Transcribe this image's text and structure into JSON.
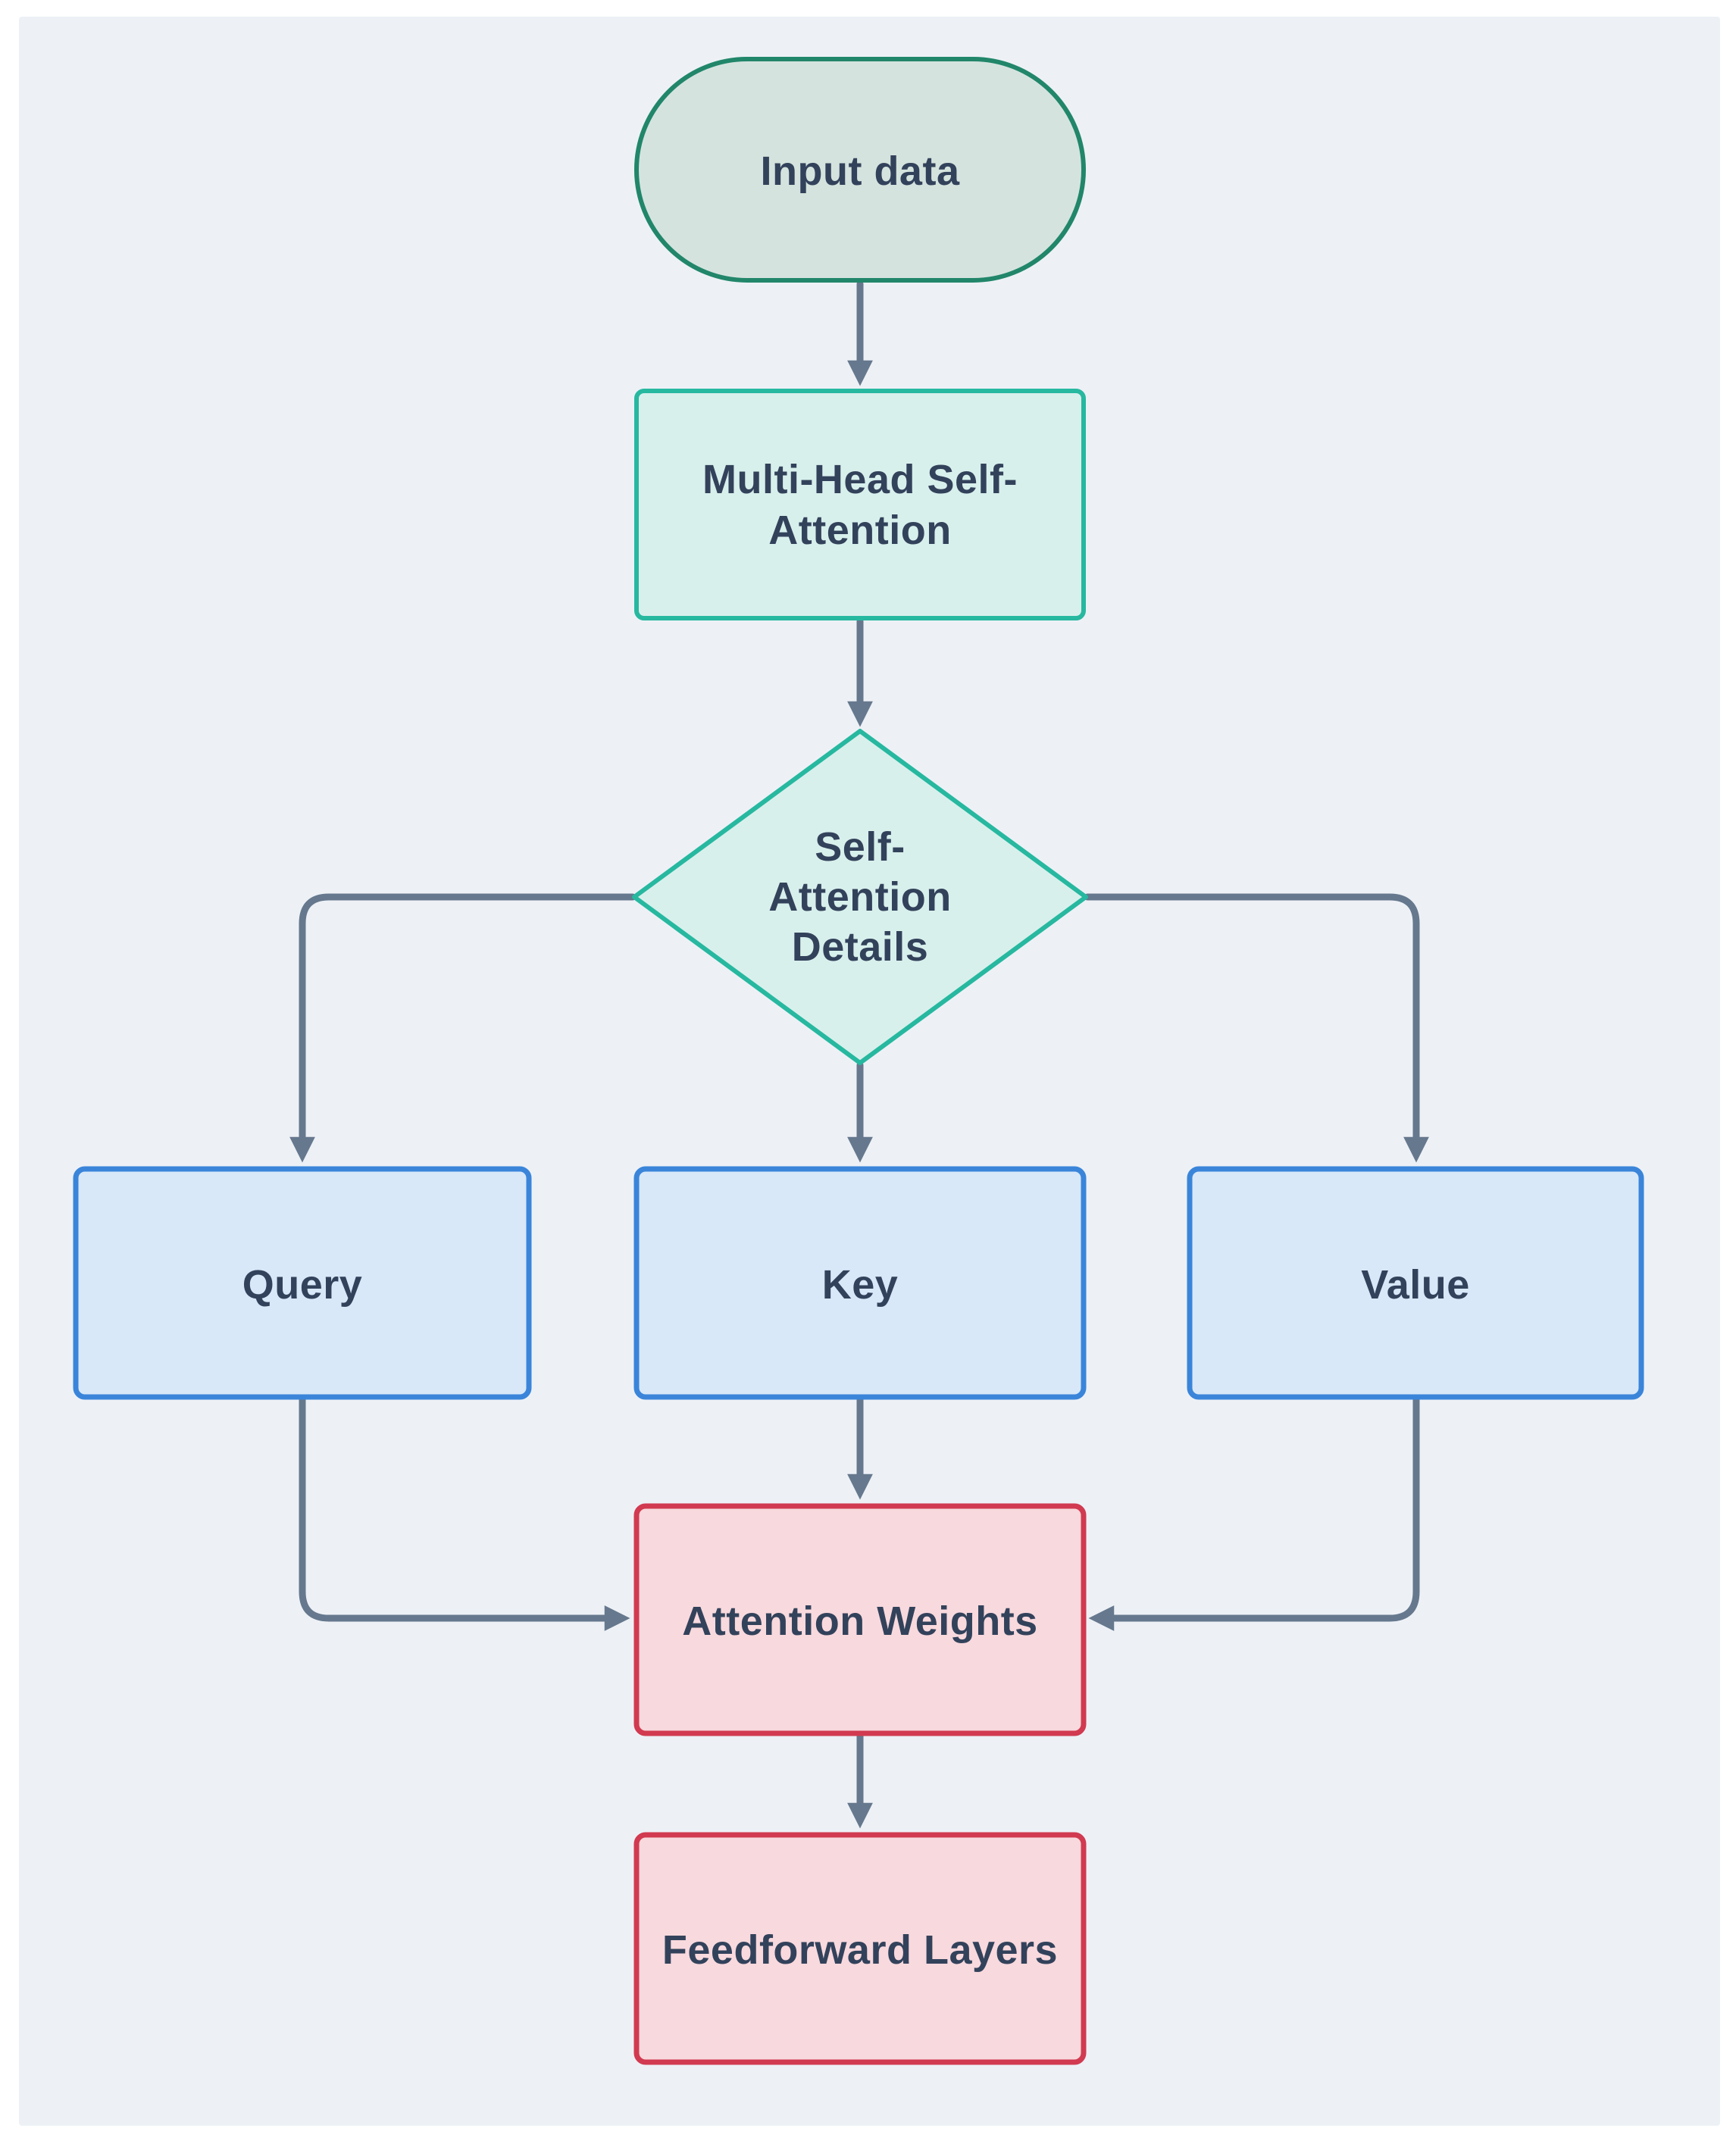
{
  "diagram": {
    "type": "flowchart",
    "direction": "top-down",
    "colors": {
      "page_background": "#ffffff",
      "panel_background": "#edf1f6",
      "stadium_fill": "#d5e3de",
      "stadium_stroke": "#21866a",
      "teal_fill": "#d8f0ec",
      "teal_stroke": "#27b8a0",
      "blue_fill": "#d8e8f8",
      "blue_stroke": "#3a85da",
      "pink_fill": "#f8d9dd",
      "pink_stroke": "#d13a50",
      "text_color": "#33425b",
      "edge_color": "#66788d"
    },
    "nodes": {
      "input": {
        "shape": "stadium",
        "label": "Input data"
      },
      "mhsa": {
        "shape": "rect",
        "lines": [
          "Multi-Head Self-",
          "Attention"
        ]
      },
      "details": {
        "shape": "diamond",
        "lines": [
          "Self-",
          "Attention",
          "Details"
        ]
      },
      "query": {
        "shape": "rect",
        "label": "Query"
      },
      "key": {
        "shape": "rect",
        "label": "Key"
      },
      "value": {
        "shape": "rect",
        "label": "Value"
      },
      "weights": {
        "shape": "rect",
        "label": "Attention Weights"
      },
      "feedforward": {
        "shape": "rect",
        "label": "Feedforward Layers"
      }
    },
    "edges": [
      {
        "from": "input",
        "to": "mhsa"
      },
      {
        "from": "mhsa",
        "to": "details"
      },
      {
        "from": "details",
        "to": "query"
      },
      {
        "from": "details",
        "to": "key"
      },
      {
        "from": "details",
        "to": "value"
      },
      {
        "from": "query",
        "to": "weights"
      },
      {
        "from": "key",
        "to": "weights"
      },
      {
        "from": "value",
        "to": "weights"
      },
      {
        "from": "weights",
        "to": "feedforward"
      }
    ]
  }
}
